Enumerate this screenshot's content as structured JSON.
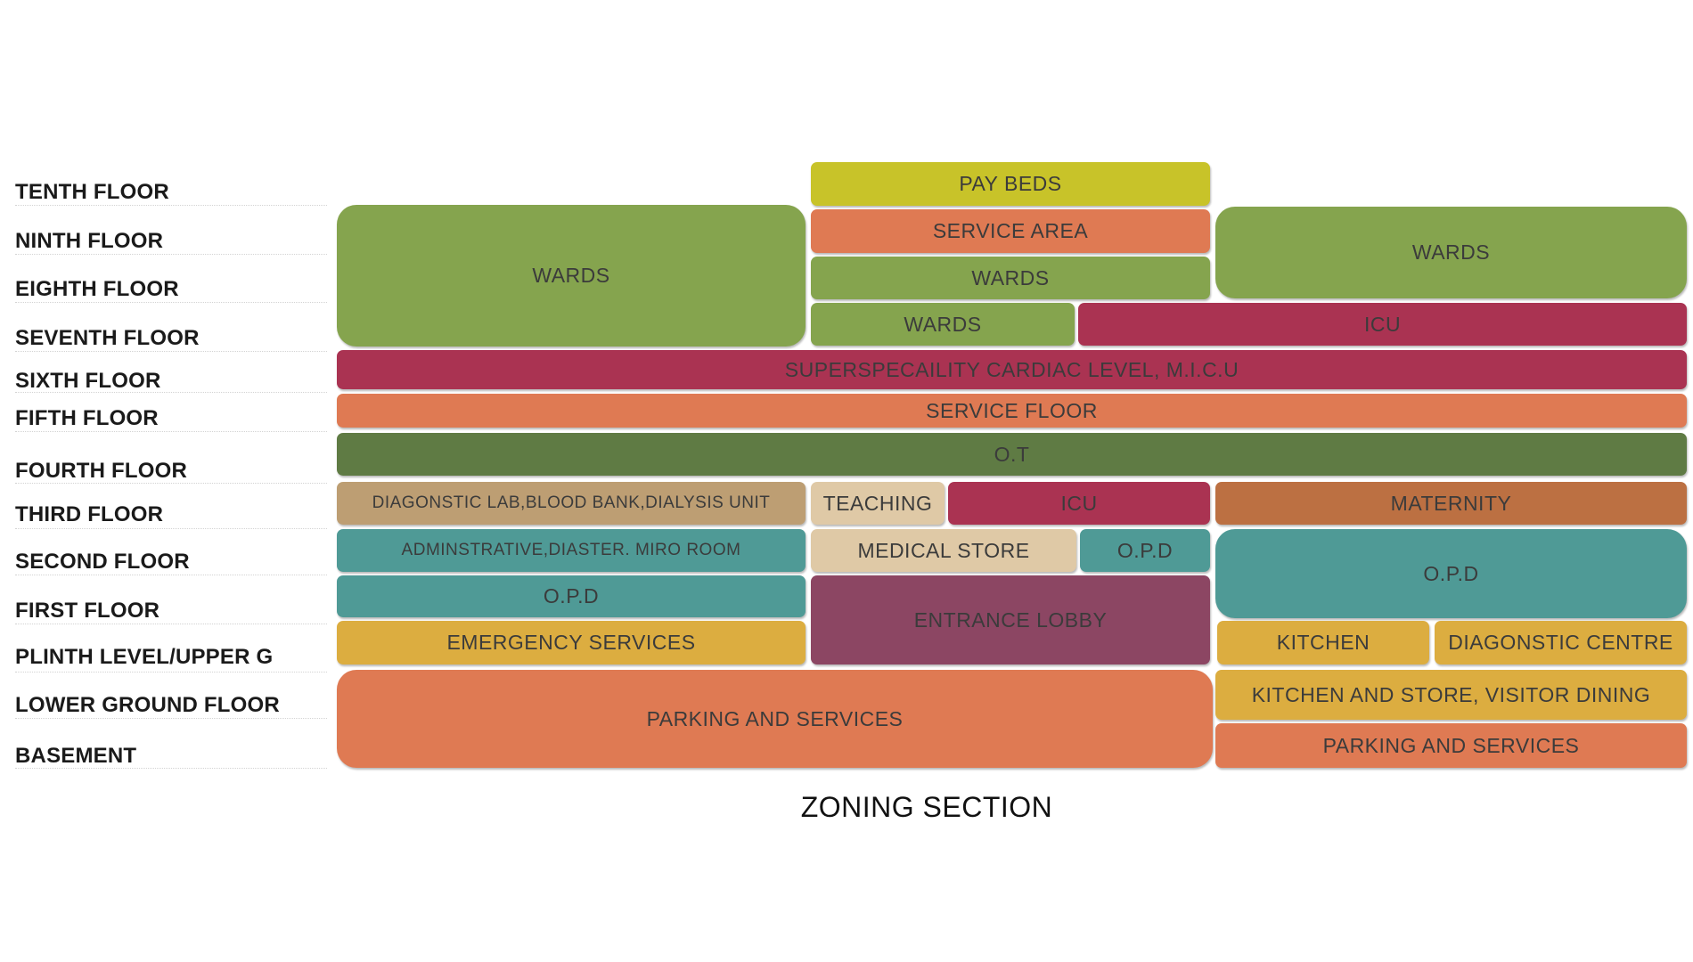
{
  "title": "ZONING SECTION",
  "colors": {
    "olive": "#c8c329",
    "orange": "#df7a53",
    "green": "#85a44e",
    "dark_green": "#5f7b44",
    "crimson": "#aa3352",
    "tan": "#bd9e73",
    "beige": "#dfc9a6",
    "brown_orange": "#bc7042",
    "teal": "#4f9a96",
    "plum": "#8c4663",
    "mustard": "#dcad40"
  },
  "floors": [
    "TENTH FLOOR",
    "NINTH FLOOR",
    "EIGHTH FLOOR",
    "SEVENTH FLOOR",
    "SIXTH FLOOR",
    "FIFTH FLOOR",
    "FOURTH FLOOR",
    "THIRD FLOOR",
    "SECOND FLOOR",
    "FIRST FLOOR",
    "PLINTH LEVEL/UPPER G",
    "LOWER GROUND FLOOR",
    "BASEMENT"
  ],
  "zones": [
    {
      "label": "PAY BEDS",
      "color": "olive"
    },
    {
      "label": "SERVICE AREA",
      "color": "orange"
    },
    {
      "label": "WARDS",
      "color": "green"
    },
    {
      "label": "WARDS",
      "color": "green"
    },
    {
      "label": "WARDS",
      "color": "green"
    },
    {
      "label": "WARDS",
      "color": "green"
    },
    {
      "label": "ICU",
      "color": "crimson"
    },
    {
      "label": "SUPERSPECAILITY CARDIAC LEVEL, M.I.C.U",
      "color": "crimson"
    },
    {
      "label": "SERVICE FLOOR",
      "color": "orange"
    },
    {
      "label": "O.T",
      "color": "dark_green"
    },
    {
      "label": "DIAGONSTIC LAB,BLOOD BANK,DIALYSIS UNIT",
      "color": "tan"
    },
    {
      "label": "TEACHING",
      "color": "beige"
    },
    {
      "label": "ICU",
      "color": "crimson"
    },
    {
      "label": "MATERNITY",
      "color": "brown_orange"
    },
    {
      "label": "ADMINSTRATIVE,DIASTER. MIRO ROOM",
      "color": "teal"
    },
    {
      "label": "MEDICAL STORE",
      "color": "beige"
    },
    {
      "label": "O.P.D",
      "color": "teal"
    },
    {
      "label": "O.P.D",
      "color": "teal"
    },
    {
      "label": "O.P.D",
      "color": "teal"
    },
    {
      "label": "ENTRANCE LOBBY",
      "color": "plum"
    },
    {
      "label": "EMERGENCY SERVICES",
      "color": "mustard"
    },
    {
      "label": "KITCHEN",
      "color": "mustard"
    },
    {
      "label": "DIAGONSTIC CENTRE",
      "color": "mustard"
    },
    {
      "label": "PARKING AND SERVICES",
      "color": "orange"
    },
    {
      "label": "KITCHEN AND STORE, VISITOR DINING",
      "color": "mustard"
    },
    {
      "label": "PARKING AND SERVICES",
      "color": "orange"
    }
  ]
}
